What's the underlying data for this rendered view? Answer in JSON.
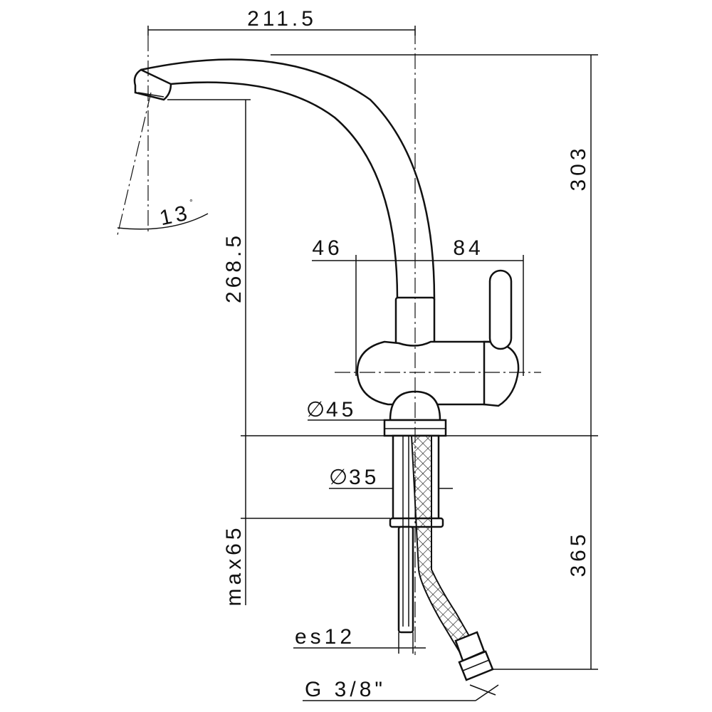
{
  "dimensions": {
    "width_total": "211.5",
    "height_total": "303",
    "spout_height": "268.5",
    "spout_angle": "13",
    "degree_symbol": "°",
    "offset_left": "46",
    "offset_right": "84",
    "base_diameter": "45",
    "shank_diameter": "35",
    "max_thickness": "max65",
    "hose_length": "365",
    "hose_spacing": "es12",
    "thread": "G 3/8\""
  },
  "symbols": {
    "diameter": "∅"
  }
}
